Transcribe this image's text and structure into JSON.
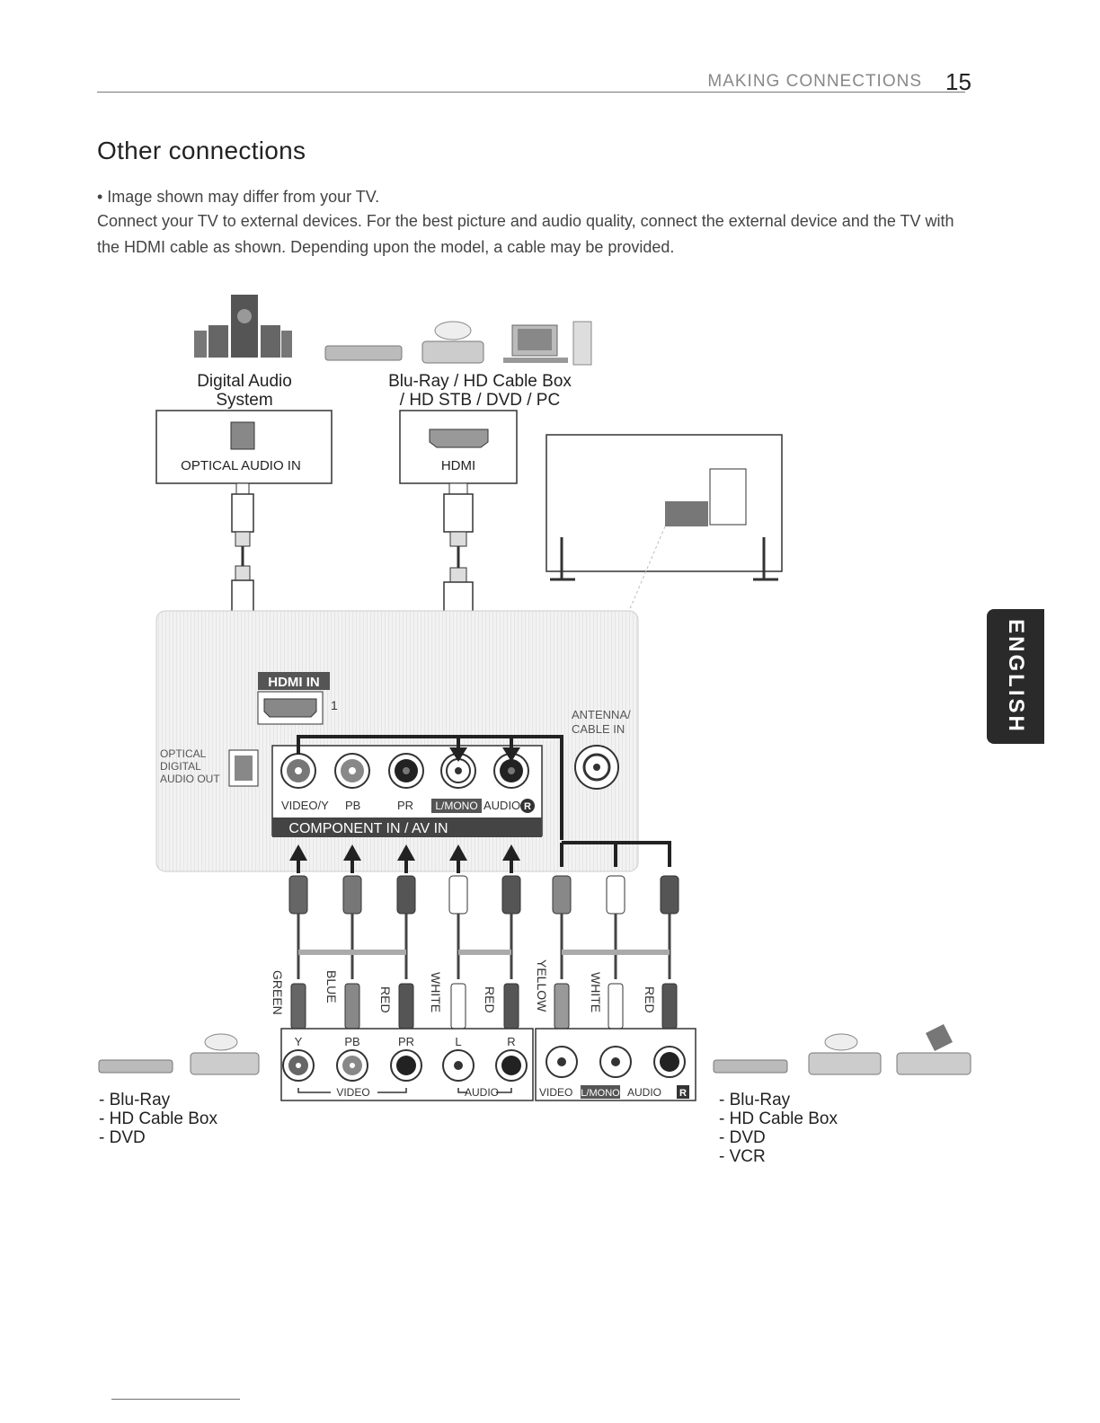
{
  "header": {
    "section": "MAKING CONNECTIONS",
    "page": "15"
  },
  "title": "Other connections",
  "note": "• Image shown may differ from your TV.",
  "paragraph": "Connect your TV to external devices. For the best picture and audio quality, connect the external device and the TV with the HDMI cable as shown. Depending upon the model, a cable may be provided.",
  "side_tab": "ENGLISH",
  "top_devices": {
    "audio_label_1": "Digital Audio",
    "audio_label_2": "System",
    "av_label_1": "Blu-Ray / HD Cable Box",
    "av_label_2": "/ HD STB / DVD / PC"
  },
  "connector_boxes": {
    "optical": "OPTICAL AUDIO IN",
    "hdmi": "HDMI"
  },
  "panel": {
    "hdmi_in": "HDMI IN",
    "hdmi_port": "1",
    "optical_out_1": "OPTICAL",
    "optical_out_2": "DIGITAL",
    "optical_out_3": "AUDIO OUT",
    "antenna_1": "ANTENNA/",
    "antenna_2": "CABLE IN",
    "jack_labels": [
      "VIDEO/Y",
      "PB",
      "PR",
      "L/MONO",
      "AUDIO",
      "R"
    ],
    "component_label": "COMPONENT IN / AV IN"
  },
  "cable_colors": [
    "GREEN",
    "BLUE",
    "RED",
    "WHITE",
    "RED",
    "YELLOW",
    "WHITE",
    "RED"
  ],
  "left_box": {
    "jacks": [
      "Y",
      "PB",
      "PR",
      "L",
      "R"
    ],
    "video": "VIDEO",
    "audio": "AUDIO"
  },
  "right_box": {
    "video": "VIDEO",
    "mono": "L/MONO",
    "audio": "AUDIO",
    "r": "R"
  },
  "left_list": [
    "- Blu-Ray",
    "- HD Cable Box",
    "- DVD"
  ],
  "right_list": [
    "- Blu-Ray",
    "- HD Cable Box",
    "- DVD",
    "- VCR"
  ]
}
